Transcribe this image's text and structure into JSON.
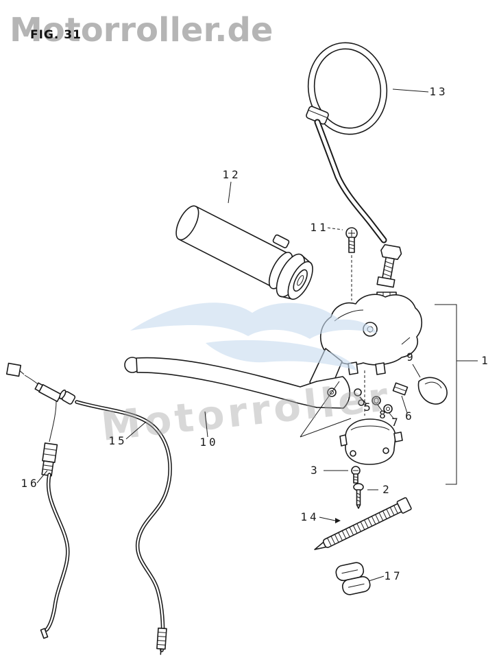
{
  "figure": {
    "label": "FIG. 31"
  },
  "watermarks": {
    "top": "Motorroller.de",
    "diagonal": "Motorroller"
  },
  "colors": {
    "ink": "#1a1a1a",
    "background": "#ffffff",
    "watermark_gray": "#a9a9a9",
    "watermark_blue": "#c7dbee"
  },
  "diagram": {
    "type": "exploded-parts-diagram",
    "subject": "handlebar-switch-lever-assembly",
    "part_labels": [
      {
        "text": "1"
      },
      {
        "text": "2"
      },
      {
        "text": "3"
      },
      {
        "text": "5"
      },
      {
        "text": "6"
      },
      {
        "text": "7"
      },
      {
        "text": "8"
      },
      {
        "text": "9"
      },
      {
        "text": "10"
      },
      {
        "text": "11"
      },
      {
        "text": "12"
      },
      {
        "text": "13"
      },
      {
        "text": "14"
      },
      {
        "text": "15"
      },
      {
        "text": "16"
      },
      {
        "text": "17"
      }
    ]
  }
}
